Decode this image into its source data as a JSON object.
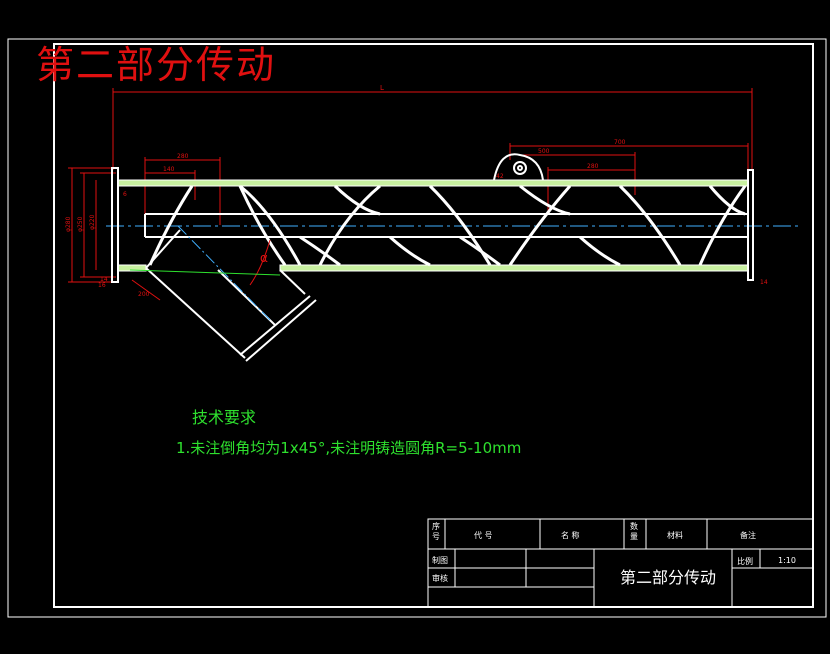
{
  "header": {
    "title": "第二部分传动"
  },
  "drawing": {
    "dimensions": {
      "overall_length": "L",
      "pitch_700": "700",
      "d_500": "500",
      "d_280a": "280",
      "d_280b": "280",
      "d_140": "140",
      "d_200": "200",
      "d_14a": "14",
      "d_14b": "14",
      "d_16": "16",
      "d_42": "42",
      "d_6": "6",
      "left_dia_1": "φ280",
      "left_dia_2": "φ250",
      "left_dia_3": "φ220",
      "angle": "α"
    }
  },
  "tech": {
    "title": "技术要求",
    "line1": "1.未注倒角均为1x45°,未注明铸造圆角R=5-10mm"
  },
  "title_block": {
    "h_seq": "序号",
    "h_code": "代 号",
    "h_name": "名 称",
    "h_qty": "数量",
    "h_material": "材料",
    "h_remark": "备注",
    "drawn": "制图",
    "checked": "审核",
    "drawing_title": "第二部分传动",
    "scale_label": "比例",
    "scale_value": "1:10"
  },
  "colors": {
    "background": "#000000",
    "line": "#ffffff",
    "dimension": "#e01010",
    "text_green": "#2ee02e",
    "hatch": "#c8f0a0",
    "centerline": "#40b0ff"
  }
}
